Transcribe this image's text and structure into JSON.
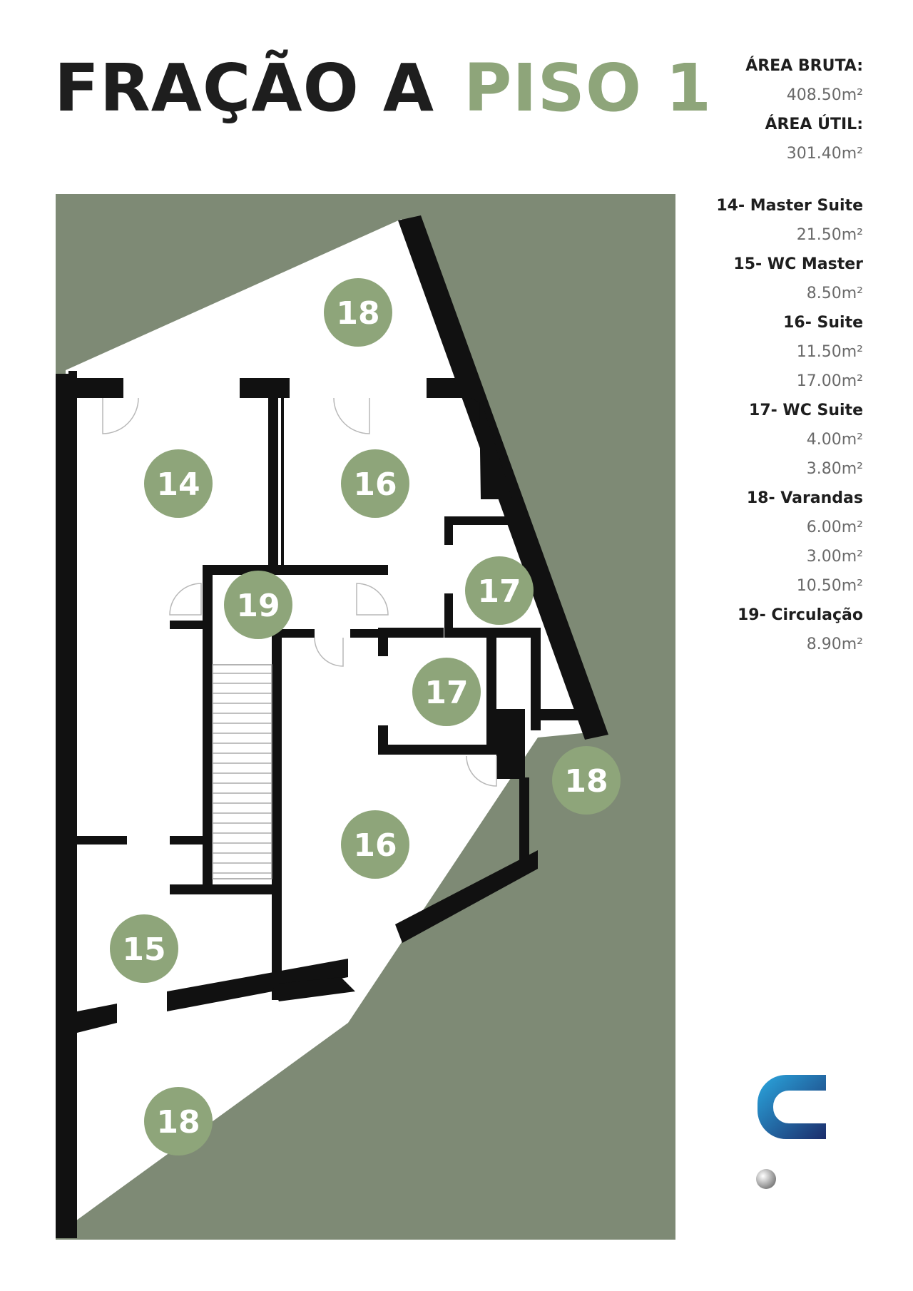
{
  "header": {
    "fraction_title": "FRAÇÃO A",
    "floor_title": "PISO 1"
  },
  "areas": {
    "gross_label": "ÁREA BRUTA:",
    "gross_value": "408.50m²",
    "useful_label": "ÁREA ÚTIL:",
    "useful_value": "301.40m²"
  },
  "rooms": [
    {
      "label": "14- Master Suite",
      "values": [
        "21.50m²"
      ]
    },
    {
      "label": "15- WC Master",
      "values": [
        "8.50m²"
      ]
    },
    {
      "label": "16- Suite",
      "values": [
        "11.50m²",
        "17.00m²"
      ]
    },
    {
      "label": "17- WC Suite",
      "values": [
        "4.00m²",
        "3.80m²"
      ]
    },
    {
      "label": "18- Varandas",
      "values": [
        "6.00m²",
        "3.00m²",
        "10.50m²"
      ]
    },
    {
      "label": "19- Circulação",
      "values": [
        "8.90m²"
      ]
    }
  ],
  "plan": {
    "markers": {
      "balcony_top": "18",
      "master_suite": "14",
      "suite_top": "16",
      "circulation": "19",
      "wc_suite_upper": "17",
      "wc_suite_lower": "17",
      "balcony_right": "18",
      "suite_bottom": "16",
      "wc_master": "15",
      "balcony_bottom": "18"
    }
  },
  "colors": {
    "background_green": "#7e8a75",
    "accent_green": "#8ea57a",
    "wall": "#111111",
    "title_dark": "#1e1e1e",
    "logo_light_blue": "#2aa8e0",
    "logo_dark_blue": "#1c2d6b"
  },
  "icons": {
    "logo": "brand-logo-icon"
  }
}
